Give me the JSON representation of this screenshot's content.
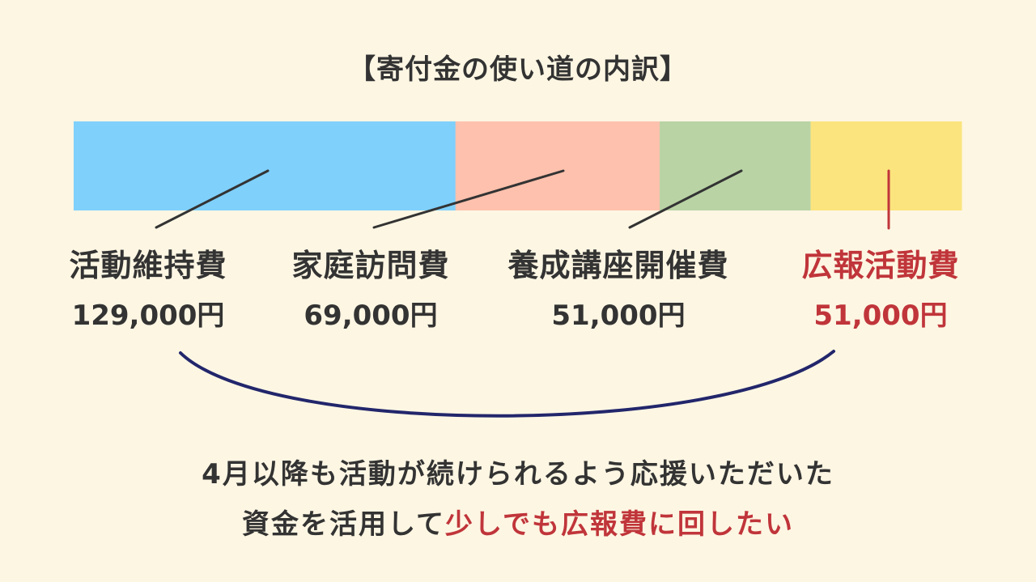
{
  "chart_data": {
    "type": "stacked-bar",
    "title": "【寄付金の使い道の内訳】",
    "categories": [
      "活動維持費",
      "家庭訪問費",
      "養成講座開催費",
      "広報活動費"
    ],
    "values": [
      129000,
      69000,
      51000,
      51000
    ],
    "value_labels": [
      "129,000円",
      "69,000円",
      "51,000円",
      "51,000円"
    ],
    "unit": "円",
    "colors": [
      "#7fd0fb",
      "#fdc1ad",
      "#b9d3a5",
      "#fbe47e"
    ],
    "highlight_index": 3,
    "highlight_color": "#c0353a",
    "orientation": "horizontal",
    "legend": "none",
    "grid": false
  },
  "message": {
    "line1": "4月以降も活動が続けられるよう応援いただいた",
    "line2_plain": "資金を活用して",
    "line2_accent": "少しでも広報費に回したい"
  },
  "colors": {
    "background": "#fdf6e3",
    "text": "#333333",
    "accent": "#c0353a",
    "arc": "#22266b"
  }
}
